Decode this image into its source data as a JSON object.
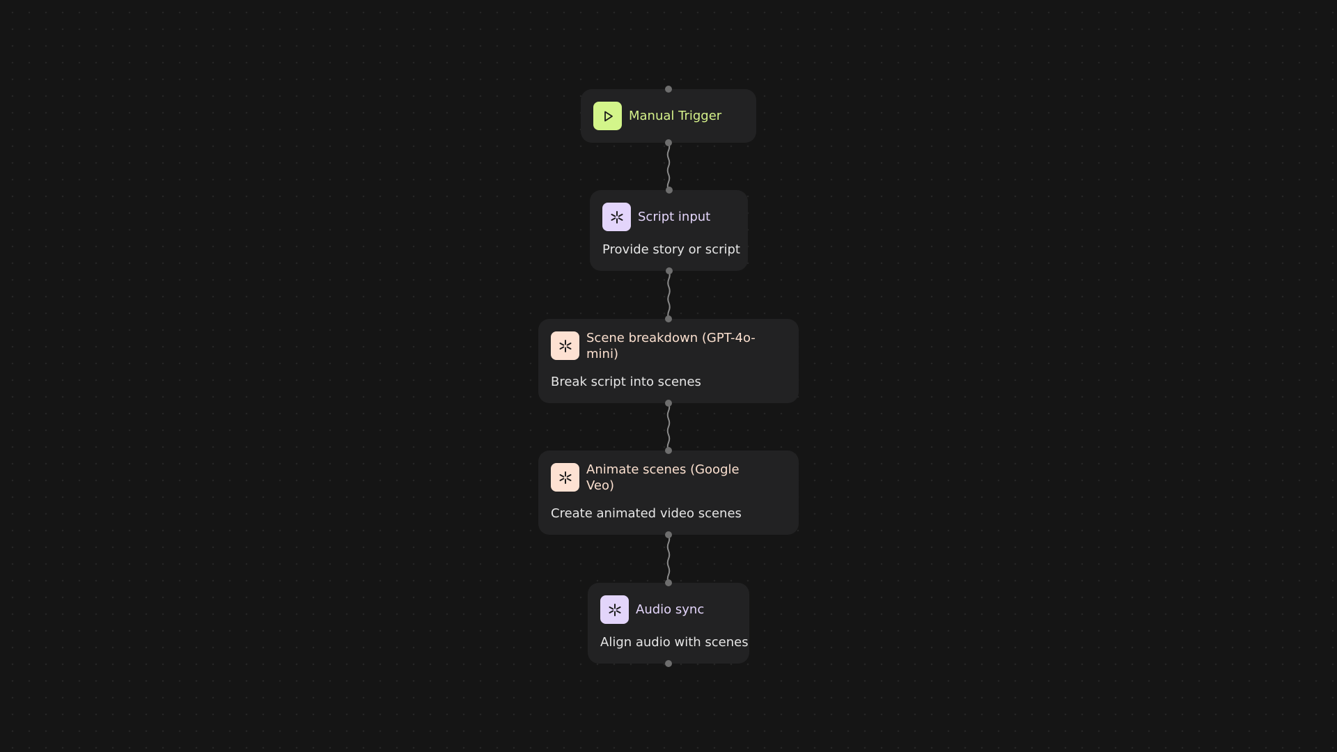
{
  "colors": {
    "background": "#151515",
    "node_fill": "#222223",
    "trigger_accent": "#d6f28b",
    "trigger_icon_bg": "#d3f58a",
    "purple_icon_bg": "#e3d5fb",
    "peach_icon_bg": "#fde1d2",
    "connector": "#8a8a8a",
    "port": "#6e6e6e"
  },
  "nodes": [
    {
      "id": "manual-trigger",
      "title": "Manual Trigger",
      "description": "",
      "icon": "play-icon",
      "icon_color": "#d3f58a",
      "title_color": "#d6f28b"
    },
    {
      "id": "script-input",
      "title": "Script input",
      "description": "Provide story or script",
      "icon": "asterisk-icon",
      "icon_color": "#e3d5fb",
      "title_color": "#e4d6fb"
    },
    {
      "id": "scene-breakdown",
      "title": "Scene breakdown (GPT-4o-mini)",
      "title_lines": [
        "Scene breakdown (GPT-4o-",
        "mini)"
      ],
      "description": "Break script into scenes",
      "icon": "asterisk-icon",
      "icon_color": "#fde1d2",
      "title_color": "#fbe0cf"
    },
    {
      "id": "animate-scenes",
      "title": "Animate scenes (Google Veo)",
      "title_lines": [
        "Animate scenes (Google",
        "Veo)"
      ],
      "description": "Create animated video scenes",
      "icon": "asterisk-icon",
      "icon_color": "#fde1d2",
      "title_color": "#fbe0cf"
    },
    {
      "id": "audio-sync",
      "title": "Audio sync",
      "description": "Align audio with scenes",
      "icon": "asterisk-icon",
      "icon_color": "#e3d5fb",
      "title_color": "#e4d6fb"
    }
  ],
  "edges": [
    {
      "from": "manual-trigger",
      "to": "script-input"
    },
    {
      "from": "script-input",
      "to": "scene-breakdown"
    },
    {
      "from": "scene-breakdown",
      "to": "animate-scenes"
    },
    {
      "from": "animate-scenes",
      "to": "audio-sync"
    }
  ]
}
